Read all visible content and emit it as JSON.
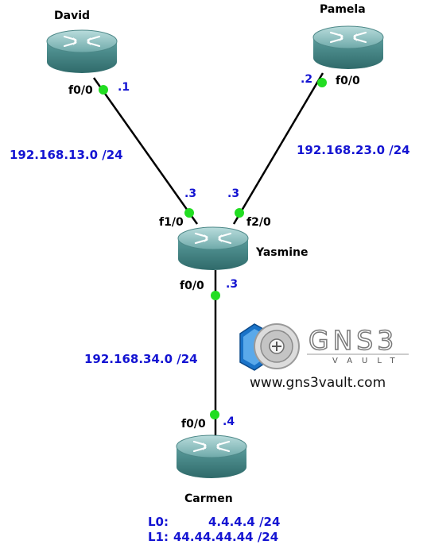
{
  "routers": {
    "david": {
      "name": "David"
    },
    "pamela": {
      "name": "Pamela"
    },
    "yasmine": {
      "name": "Yasmine"
    },
    "carmen": {
      "name": "Carmen"
    }
  },
  "links": {
    "david_yasmine": {
      "network": "192.168.13.0 /24",
      "a": {
        "iface": "f0/0",
        "ip": ".1"
      },
      "b": {
        "iface": "f1/0",
        "ip": ".3"
      }
    },
    "pamela_yasmine": {
      "network": "192.168.23.0 /24",
      "a": {
        "iface": "f0/0",
        "ip": ".2"
      },
      "b": {
        "iface": "f2/0",
        "ip": ".3"
      }
    },
    "yasmine_carmen": {
      "network": "192.168.34.0 /24",
      "a": {
        "iface": "f0/0",
        "ip": ".3"
      },
      "b": {
        "iface": "f0/0",
        "ip": ".4"
      }
    }
  },
  "loopbacks": {
    "l0": {
      "name": "L0:",
      "ip": "4.4.4.4 /24"
    },
    "l1": {
      "name": "L1:",
      "ip": "44.44.44.44 /24"
    }
  },
  "logo": {
    "brand": "GNS3",
    "sub": "VAULT",
    "url": "www.gns3vault.com"
  },
  "colors": {
    "link_line": "#000000",
    "port_dot": "#22dd22",
    "label_blue": "#1414d2",
    "router_body": "#4e9494"
  }
}
